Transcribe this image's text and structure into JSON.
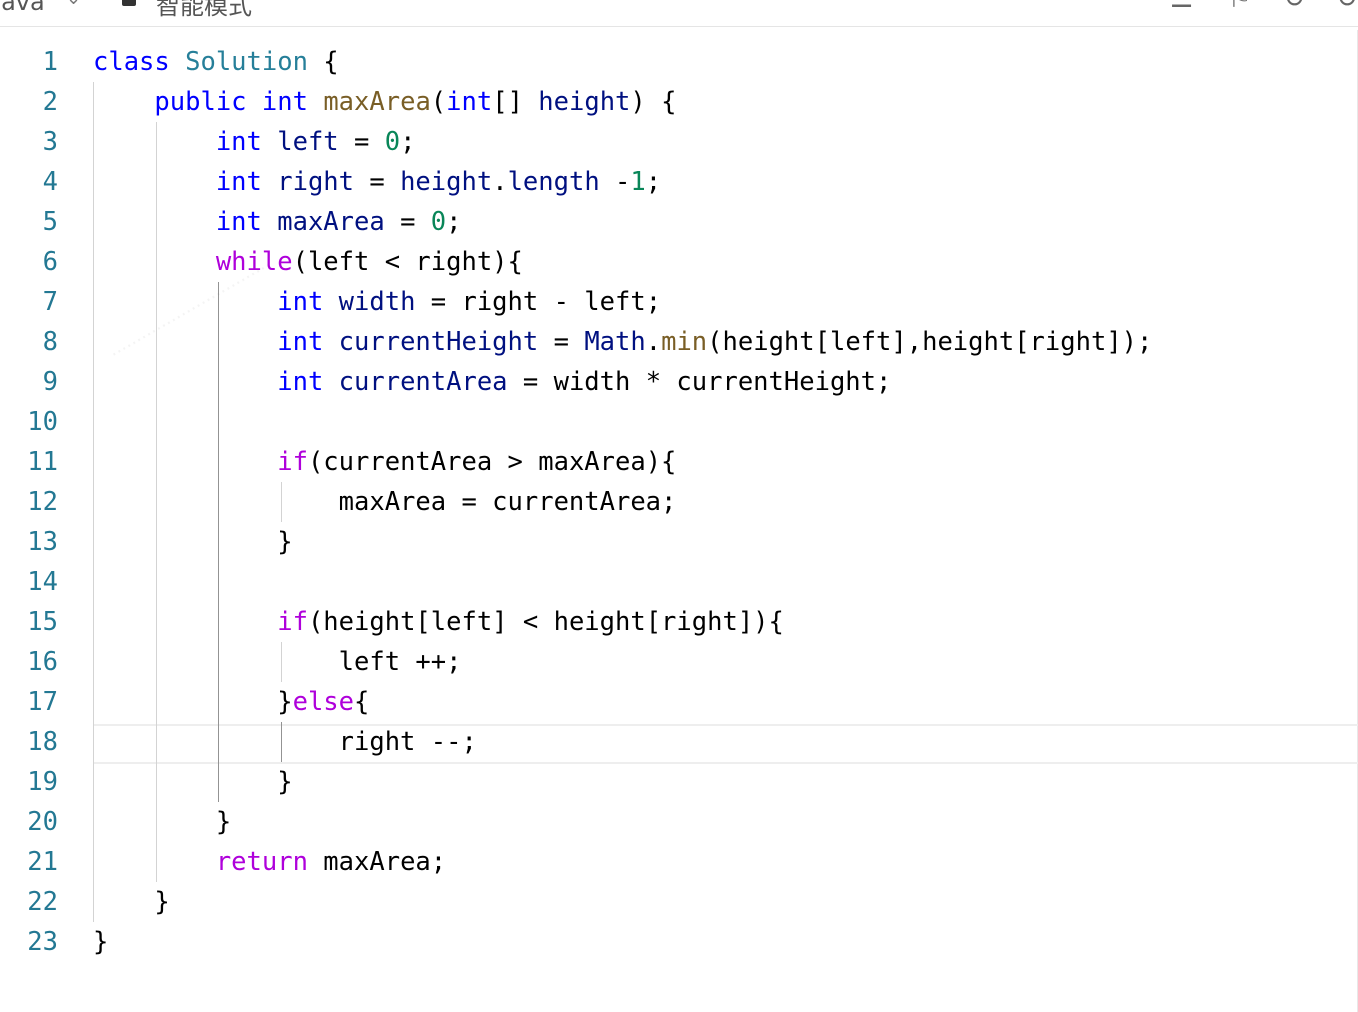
{
  "toolbar": {
    "language": "Java",
    "mode": "智能模式",
    "icons": [
      "menu-icon",
      "bookmark-icon",
      "undo-icon",
      "refresh-icon"
    ]
  },
  "editor": {
    "current_line": 18,
    "lines": [
      {
        "n": "1",
        "tokens": [
          [
            "kw",
            "class"
          ],
          [
            "",
            ""
          ],
          [
            "cls",
            "Solution"
          ],
          [
            "",
            " {"
          ]
        ]
      },
      {
        "n": "2",
        "tokens": [
          [
            "",
            "    "
          ],
          [
            "kw",
            "public"
          ],
          [
            "",
            " "
          ],
          [
            "kw",
            "int"
          ],
          [
            "",
            " "
          ],
          [
            "fn",
            "maxArea"
          ],
          [
            "",
            "("
          ],
          [
            "kw",
            "int"
          ],
          [
            "",
            "[] "
          ],
          [
            "var",
            "height"
          ],
          [
            "",
            ") {"
          ]
        ]
      },
      {
        "n": "3",
        "tokens": [
          [
            "",
            "        "
          ],
          [
            "kw",
            "int"
          ],
          [
            "",
            " "
          ],
          [
            "var",
            "left"
          ],
          [
            "",
            " = "
          ],
          [
            "num",
            "0"
          ],
          [
            "",
            ";"
          ]
        ]
      },
      {
        "n": "4",
        "tokens": [
          [
            "",
            "        "
          ],
          [
            "kw",
            "int"
          ],
          [
            "",
            " "
          ],
          [
            "var",
            "right"
          ],
          [
            "",
            " = "
          ],
          [
            "var",
            "height"
          ],
          [
            "",
            "."
          ],
          [
            "var",
            "length"
          ],
          [
            "",
            " -"
          ],
          [
            "num",
            "1"
          ],
          [
            "",
            ";"
          ]
        ]
      },
      {
        "n": "5",
        "tokens": [
          [
            "",
            "        "
          ],
          [
            "kw",
            "int"
          ],
          [
            "",
            " "
          ],
          [
            "var",
            "maxArea"
          ],
          [
            "",
            " = "
          ],
          [
            "num",
            "0"
          ],
          [
            "",
            ";"
          ]
        ]
      },
      {
        "n": "6",
        "tokens": [
          [
            "",
            "        "
          ],
          [
            "ctl",
            "while"
          ],
          [
            "",
            "(left < right){"
          ]
        ]
      },
      {
        "n": "7",
        "tokens": [
          [
            "",
            "            "
          ],
          [
            "kw",
            "int"
          ],
          [
            "",
            " "
          ],
          [
            "var",
            "width"
          ],
          [
            "",
            " = right - left;"
          ]
        ]
      },
      {
        "n": "8",
        "tokens": [
          [
            "",
            "            "
          ],
          [
            "kw",
            "int"
          ],
          [
            "",
            " "
          ],
          [
            "var",
            "currentHeight"
          ],
          [
            "",
            " = "
          ],
          [
            "var",
            "Math"
          ],
          [
            "",
            "."
          ],
          [
            "fn",
            "min"
          ],
          [
            "",
            "(height[left],height[right]);"
          ]
        ]
      },
      {
        "n": "9",
        "tokens": [
          [
            "",
            "            "
          ],
          [
            "kw",
            "int"
          ],
          [
            "",
            " "
          ],
          [
            "var",
            "currentArea"
          ],
          [
            "",
            " = width * currentHeight;"
          ]
        ]
      },
      {
        "n": "10",
        "tokens": []
      },
      {
        "n": "11",
        "tokens": [
          [
            "",
            "            "
          ],
          [
            "ctl",
            "if"
          ],
          [
            "",
            "(currentArea > maxArea){"
          ]
        ]
      },
      {
        "n": "12",
        "tokens": [
          [
            "",
            "                maxArea = currentArea;"
          ]
        ]
      },
      {
        "n": "13",
        "tokens": [
          [
            "",
            "            }"
          ]
        ]
      },
      {
        "n": "14",
        "tokens": []
      },
      {
        "n": "15",
        "tokens": [
          [
            "",
            "            "
          ],
          [
            "ctl",
            "if"
          ],
          [
            "",
            "(height[left] < height[right]){"
          ]
        ]
      },
      {
        "n": "16",
        "tokens": [
          [
            "",
            "                left ++;"
          ]
        ]
      },
      {
        "n": "17",
        "tokens": [
          [
            "",
            "            }"
          ],
          [
            "ctl",
            "else"
          ],
          [
            "",
            "{"
          ]
        ]
      },
      {
        "n": "18",
        "tokens": [
          [
            "",
            "                right --;"
          ]
        ]
      },
      {
        "n": "19",
        "tokens": [
          [
            "",
            "            }"
          ]
        ]
      },
      {
        "n": "20",
        "tokens": [
          [
            "",
            "        }"
          ]
        ]
      },
      {
        "n": "21",
        "tokens": [
          [
            "",
            "        "
          ],
          [
            "ctl",
            "return"
          ],
          [
            "",
            " maxArea;"
          ]
        ]
      },
      {
        "n": "22",
        "tokens": [
          [
            "",
            "    }"
          ]
        ]
      },
      {
        "n": "23",
        "tokens": [
          [
            "",
            "}"
          ]
        ]
      }
    ]
  },
  "colors": {
    "keyword": "#0000ff",
    "control": "#af00db",
    "function": "#795e26",
    "variable": "#001080",
    "number": "#098658",
    "type": "#267f99",
    "line_number": "#237893"
  }
}
